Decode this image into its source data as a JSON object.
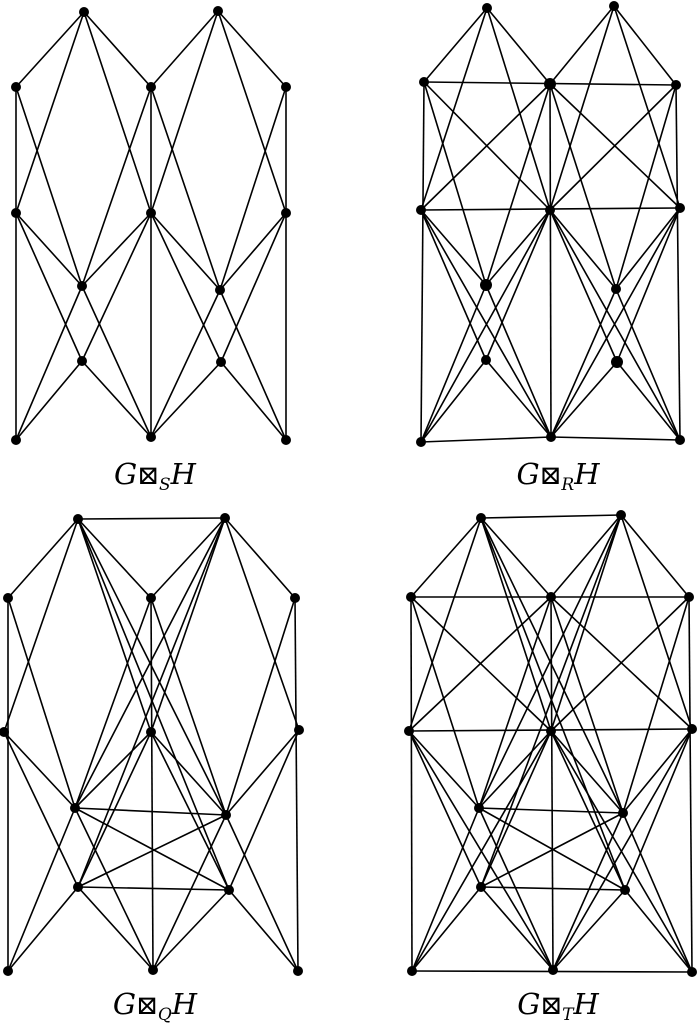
{
  "captions": {
    "S": {
      "left": "G",
      "operator": "⊠",
      "subscript": "S",
      "right": "H"
    },
    "R": {
      "left": "G",
      "operator": "⊠",
      "subscript": "R",
      "right": "H"
    },
    "Q": {
      "left": "G",
      "operator": "⊠",
      "subscript": "Q",
      "right": "H"
    },
    "T": {
      "left": "G",
      "operator": "⊠",
      "subscript": "T",
      "right": "H"
    }
  },
  "colors": {
    "edge": "#000000",
    "vertex": "#000000",
    "background": "#ffffff"
  }
}
